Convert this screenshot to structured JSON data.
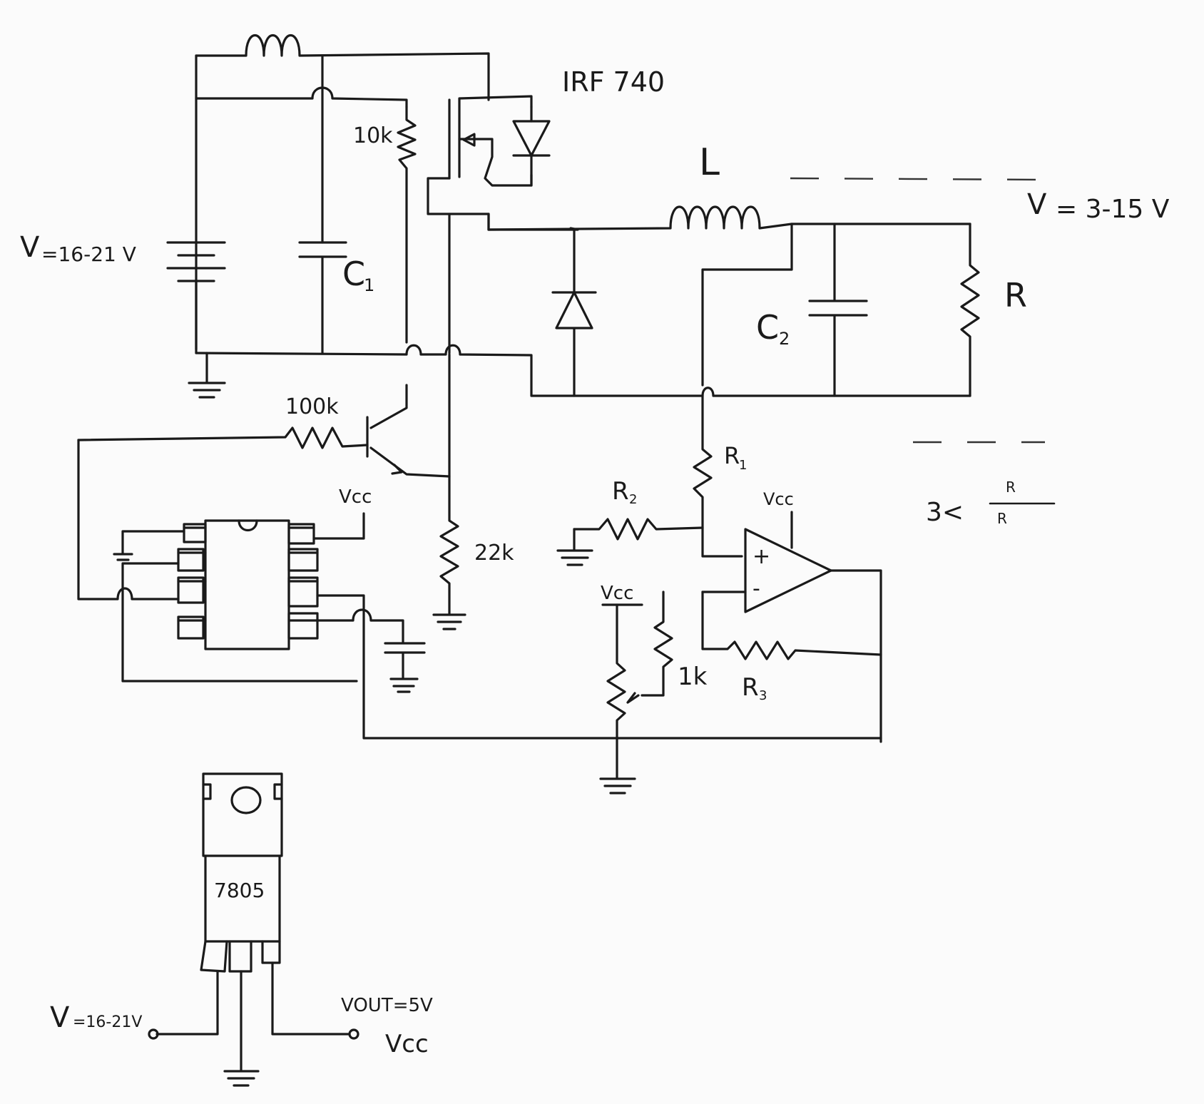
{
  "labels": {
    "mosfet": "IRF 740",
    "inductor_out": "L",
    "vout": "V",
    "vout_range": "= 3-15 V",
    "vin": "V",
    "vin_range": "=16-21 V",
    "c1": "C",
    "c1_sub": "1",
    "c2": "C",
    "c2_sub": "2",
    "rload": "R",
    "r10k": "10k",
    "r100k": "100k",
    "r22k": "22k",
    "r1": "R",
    "r1_sub": "1",
    "r2": "R",
    "r2_sub": "2",
    "r3": "R",
    "r3_sub": "3",
    "r1k": "1k",
    "vcc_ic": "Vcc",
    "vcc_opamp": "Vcc",
    "vcc_pot": "Vcc",
    "formula_left": "3<",
    "plus": "+",
    "minus": "-",
    "reg": "7805",
    "reg_vin": "V",
    "reg_vin_range": "=16-21V",
    "reg_vout": "VOUT=5V",
    "reg_vcc": "Vcc"
  }
}
